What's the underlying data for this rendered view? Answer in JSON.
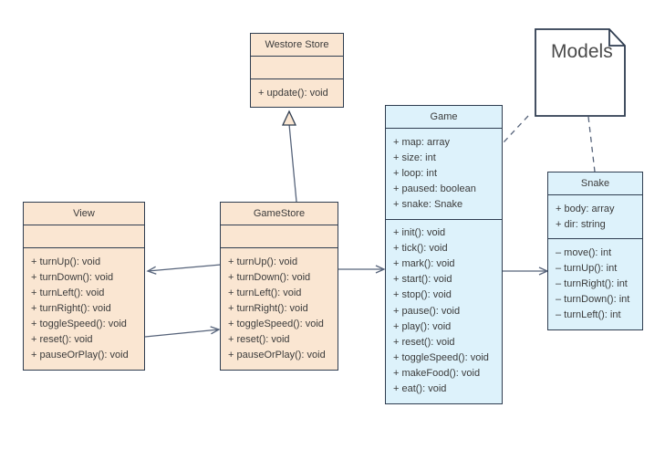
{
  "diagram": {
    "type": "uml-class-diagram",
    "background": "#ffffff",
    "colors": {
      "peach_fill": "#fae6d2",
      "blue_fill": "#ddf2fb",
      "border": "#2f3d50",
      "text": "#3b3b3b",
      "edge": "#56637a"
    }
  },
  "nodes": {
    "westore_store": {
      "name": "Westore Store",
      "attributes": [],
      "methods": [
        "+ update(): void"
      ]
    },
    "view": {
      "name": "View",
      "attributes": [],
      "methods": [
        "+ turnUp(): void",
        "+ turnDown(): void",
        "+ turnLeft(): void",
        "+ turnRight(): void",
        "+ toggleSpeed(): void",
        "+ reset(): void",
        "+ pauseOrPlay(): void"
      ]
    },
    "game_store": {
      "name": "GameStore",
      "attributes": [],
      "methods": [
        "+ turnUp(): void",
        "+ turnDown(): void",
        "+ turnLeft(): void",
        "+ turnRight(): void",
        "+ toggleSpeed(): void",
        "+ reset(): void",
        "+ pauseOrPlay(): void"
      ]
    },
    "game": {
      "name": "Game",
      "attributes": [
        "+ map: array",
        "+ size: int",
        "+ loop: int",
        "+ paused: boolean",
        "+ snake: Snake"
      ],
      "methods": [
        "+ init(): void",
        "+ tick(): void",
        "+ mark(): void",
        "+ start(): void",
        "+ stop(): void",
        "+ pause(): void",
        "+ play(): void",
        "+ reset(): void",
        "+ toggleSpeed(): void",
        "+ makeFood(): void",
        "+ eat(): void"
      ]
    },
    "snake": {
      "name": "Snake",
      "attributes": [
        "+ body: array",
        "+ dir: string"
      ],
      "methods": [
        "– move(): int",
        "– turnUp(): int",
        "– turnRight(): int",
        "– turnDown(): int",
        "– turnLeft(): int"
      ]
    },
    "models_note": {
      "name": "Models"
    }
  },
  "edges": [
    {
      "id": "gamestore-to-westore",
      "from": "game_store",
      "to": "westore_store",
      "style": "generalization",
      "arrow": "hollow-triangle"
    },
    {
      "id": "gamestore-to-view",
      "from": "game_store",
      "to": "view",
      "style": "association",
      "arrow": "open"
    },
    {
      "id": "view-to-gamestore",
      "from": "view",
      "to": "game_store",
      "style": "association",
      "arrow": "open"
    },
    {
      "id": "gamestore-to-game",
      "from": "game_store",
      "to": "game",
      "style": "association",
      "arrow": "open"
    },
    {
      "id": "game-to-snake",
      "from": "game",
      "to": "snake",
      "style": "association",
      "arrow": "open"
    },
    {
      "id": "models-to-game",
      "from": "models_note",
      "to": "game",
      "style": "dashed",
      "arrow": "none"
    },
    {
      "id": "models-to-snake",
      "from": "models_note",
      "to": "snake",
      "style": "dashed",
      "arrow": "none"
    }
  ]
}
